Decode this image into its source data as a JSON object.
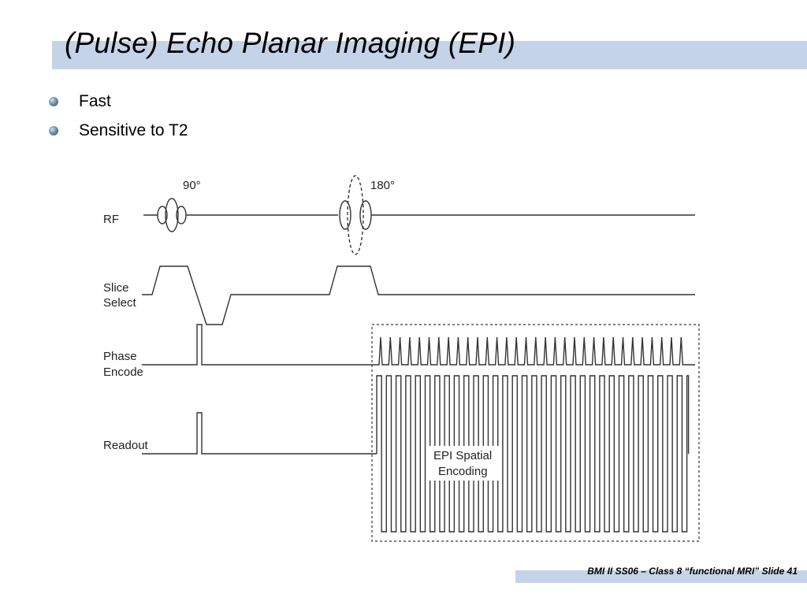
{
  "title": "(Pulse) Echo Planar Imaging (EPI)",
  "bullets": [
    "Fast",
    "Sensitive to T2"
  ],
  "diagram": {
    "rf_label": "RF",
    "slice_label_line1": "Slice",
    "slice_label_line2": "Select",
    "phase_label_line1": "Phase",
    "phase_label_line2": "Encode",
    "readout_label": "Readout",
    "pulse_90": "90°",
    "pulse_180": "180°",
    "epi_box_line1": "EPI Spatial",
    "epi_box_line2": "Encoding"
  },
  "footer": "BMI II SS06 – Class 8 “functional MRI” Slide 41"
}
